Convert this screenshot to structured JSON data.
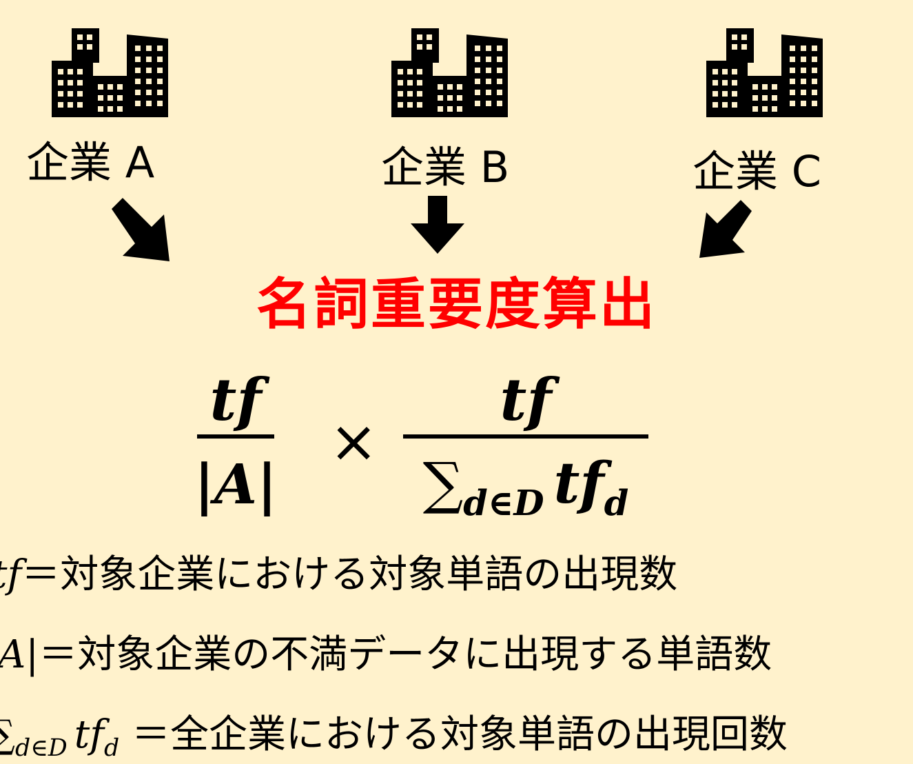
{
  "companies": [
    {
      "label": "企業 A"
    },
    {
      "label": "企業 B"
    },
    {
      "label": "企業 C"
    }
  ],
  "icons": [
    "buildings-icon",
    "down-right-arrow-icon",
    "down-arrow-icon",
    "down-left-arrow-icon"
  ],
  "title": "名詞重要度算出",
  "formula": {
    "left_numerator": "tf",
    "left_denominator": "|A|",
    "operator": "×",
    "right_numerator": "tf",
    "right_denominator_sum": "∑",
    "right_denominator_sub": "d∈D",
    "right_denominator_term": "tf",
    "right_denominator_term_sub": "d"
  },
  "definitions": [
    {
      "symbol": "tf",
      "text": "＝対象企業における対象単語の出現数"
    },
    {
      "symbol": "|A|",
      "text": "＝対象企業の不満データに出現する単語数"
    },
    {
      "symbol_sum": "∑",
      "symbol_sub": "d∈D",
      "symbol_term": "tf",
      "symbol_term_sub": "d",
      "text": " ＝全企業における対象単語の出現回数"
    }
  ],
  "colors": {
    "background": "#fff2cc",
    "title": "#ff0000",
    "ink": "#000000"
  }
}
